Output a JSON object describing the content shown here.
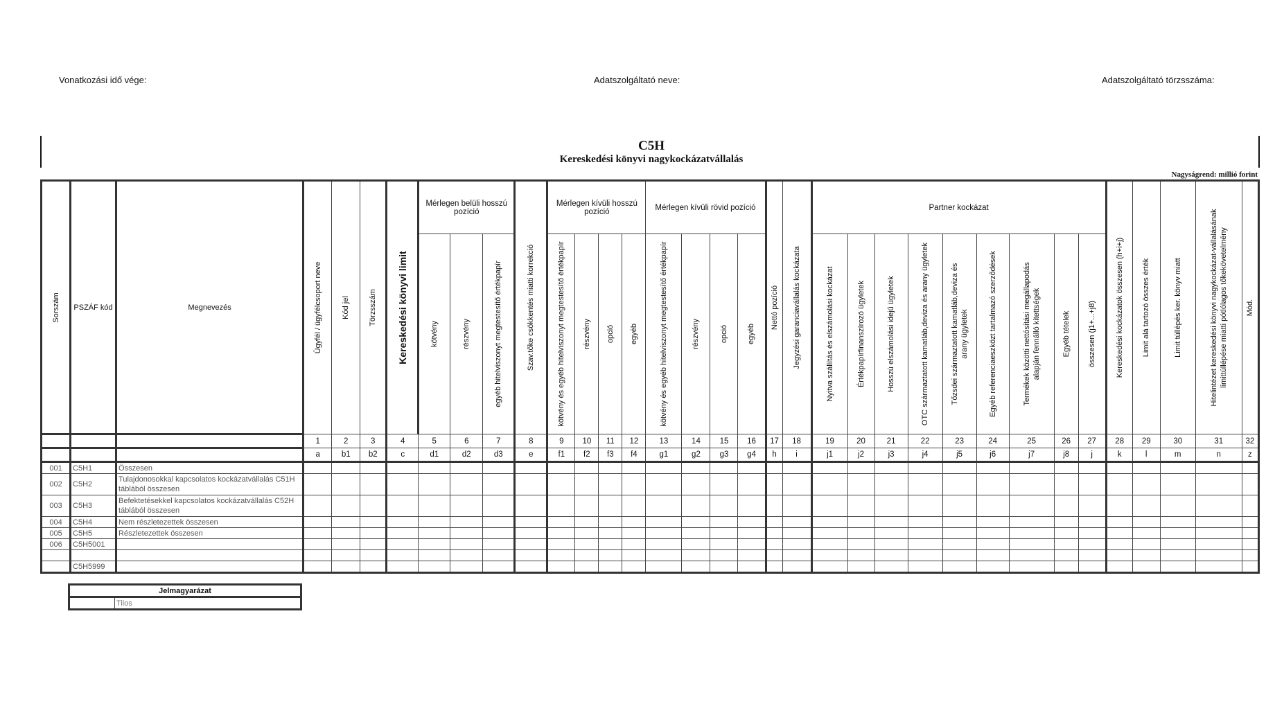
{
  "header": {
    "reference_period": "Vonatkozási idő vége:",
    "provider_name": "Adatszolgáltató neve:",
    "provider_id": "Adatszolgáltató törzsszáma:"
  },
  "title": {
    "code": "C5H",
    "subtitle": "Kereskedési könyvi nagykockázatvállalás",
    "unit": "Nagyságrend: millió forint"
  },
  "table": {
    "fixed_headers": {
      "serial": "Sorszám",
      "pszaf_code": "PSZÁF kód",
      "name": "Megnevezés"
    },
    "groups": {
      "onbs_long": "Mérlegen belüli hosszú pozíció",
      "offbs_long": "Mérlegen kívüli hosszú pozíció",
      "offbs_short": "Mérlegen kívüli rövid pozíció",
      "partner_risk": "Partner kockázat"
    },
    "columns": [
      {
        "label": "Ügyfél / ügyfélcsoport neve",
        "num": "1",
        "code": "a"
      },
      {
        "label": "Kód jel",
        "num": "2",
        "code": "b1"
      },
      {
        "label": "Törzsszám",
        "num": "3",
        "code": "b2"
      },
      {
        "label": "Kereskedési könyvi limit",
        "num": "4",
        "code": "c"
      },
      {
        "label": "kötvény",
        "num": "5",
        "code": "d1"
      },
      {
        "label": "részvény",
        "num": "6",
        "code": "d2"
      },
      {
        "label": "egyéb hitelviszonyt megtestesítő értékpapír",
        "num": "7",
        "code": "d3"
      },
      {
        "label": "Szav.tőke csökkentés miatti korrekció",
        "num": "8",
        "code": "e"
      },
      {
        "label": "kötvény és egyéb hitelviszonyt megtestesítő értékpapír",
        "num": "9",
        "code": "f1"
      },
      {
        "label": "részvény",
        "num": "10",
        "code": "f2"
      },
      {
        "label": "opció",
        "num": "11",
        "code": "f3"
      },
      {
        "label": "egyéb",
        "num": "12",
        "code": "f4"
      },
      {
        "label": "kötvény és egyéb hitelviszonyt megtestesítő értékpapír",
        "num": "13",
        "code": "g1"
      },
      {
        "label": "részvény",
        "num": "14",
        "code": "g2"
      },
      {
        "label": "opció",
        "num": "15",
        "code": "g3"
      },
      {
        "label": "egyéb",
        "num": "16",
        "code": "g4"
      },
      {
        "label": "Nettó pozíció",
        "num": "17",
        "code": "h"
      },
      {
        "label": "Jegyzési garanciavállalás kockázata",
        "num": "18",
        "code": "i"
      },
      {
        "label": "Nyitva szállítás és elszámolási kockázat",
        "num": "19",
        "code": "j1"
      },
      {
        "label": "Értékpapírfinanszírozó ügyletek",
        "num": "20",
        "code": "j2"
      },
      {
        "label": "Hosszú elszámolási idejű ügyletek",
        "num": "21",
        "code": "j3"
      },
      {
        "label": "OTC származtatott kamatláb,deviza és arany ügyletek",
        "num": "22",
        "code": "j4"
      },
      {
        "label": "Tőzsdei származtatott kamatláb,deviza és arany ügyletek",
        "num": "23",
        "code": "j5"
      },
      {
        "label": "Egyéb referenciaeszközt tartalmazó szerződések",
        "num": "24",
        "code": "j6"
      },
      {
        "label": "Termékek közötti nettósítási megállapodás alapján fennálló kitettségek",
        "num": "25",
        "code": "j7"
      },
      {
        "label": "Egyéb tételek",
        "num": "26",
        "code": "j8"
      },
      {
        "label": "összesen (j1+...+j8)",
        "num": "27",
        "code": "j"
      },
      {
        "label": "Kereskedési kockázatok összesen (h+i+j)",
        "num": "28",
        "code": "k"
      },
      {
        "label": "Limit alá tartozó összes érték",
        "num": "29",
        "code": "l"
      },
      {
        "label": "Limit túllépés ker. könyv miatt",
        "num": "30",
        "code": "m"
      },
      {
        "label": "Hitelintézet kereskedési könyvi nagykockázat-vállalásának limittúllépése miatti pótlólagos tőkekövetelmény",
        "num": "31",
        "code": "n"
      },
      {
        "label": "Mód.",
        "num": "32",
        "code": "z"
      }
    ],
    "rows": [
      {
        "serial": "001",
        "code": "C5H1",
        "name": "Összesen"
      },
      {
        "serial": "002",
        "code": "C5H2",
        "name": "Tulajdonosokkal kapcsolatos kockázatvállalás C51H táblából összesen"
      },
      {
        "serial": "003",
        "code": "C5H3",
        "name": "Befektetésekkel kapcsolatos kockázatvállalás C52H táblából összesen"
      },
      {
        "serial": "004",
        "code": "C5H4",
        "name": "Nem részletezettek összesen"
      },
      {
        "serial": "005",
        "code": "C5H5",
        "name": "Részletezettek összesen"
      },
      {
        "serial": "006",
        "code": "C5H5001",
        "name": ""
      },
      {
        "serial": "",
        "code": "",
        "name": ""
      },
      {
        "serial": "",
        "code": "C5H5999",
        "name": ""
      }
    ]
  },
  "legend": {
    "title": "Jelmagyarázat",
    "item_label": "Tilos"
  }
}
